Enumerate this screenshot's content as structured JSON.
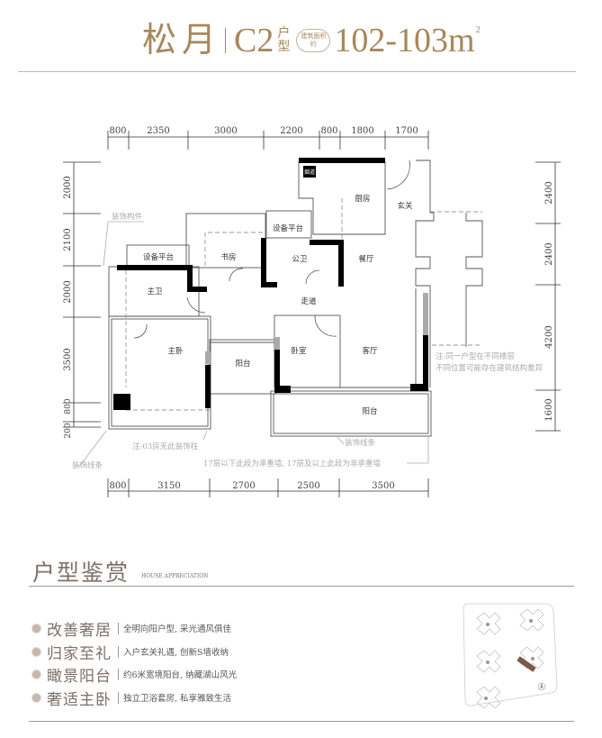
{
  "header": {
    "name": "松月",
    "unit_code": "C2",
    "unit_type_label": "户型",
    "area_badge": "建筑面积约",
    "area": "102-103m",
    "area_unit_sup": "2"
  },
  "dimensions": {
    "top": [
      "800",
      "2350",
      "3000",
      "2200",
      "800",
      "1800",
      "1700"
    ],
    "bottom": [
      "800",
      "3150",
      "2700",
      "2500",
      "3500"
    ],
    "left": [
      "2000",
      "2100",
      "2000",
      "3500",
      "800",
      "200"
    ],
    "right": [
      "2400",
      "2400",
      "4200",
      "1600"
    ]
  },
  "rooms": {
    "flue": "烟道",
    "kitchen": "厨房",
    "foyer": "玄关",
    "equipment_platform_1": "设备平台",
    "equipment_platform_2": "设备平台",
    "study": "书房",
    "public_bath": "公卫",
    "dining": "餐厅",
    "master_bath": "主卫",
    "corridor": "走道",
    "master_bedroom": "主卧",
    "bedroom": "卧室",
    "living": "客厅",
    "balcony_small": "阳台",
    "balcony_large": "阳台"
  },
  "annotations": {
    "decor_component": "装饰构件",
    "decor_column_note": "注:03房无此装饰柱",
    "decor_line_left": "装饰线条",
    "decor_line_right": "装饰线条",
    "load_bearing_note": "17层以下此段为承重墙, 17层及以上此段为非承重墙",
    "structure_note_1": "注:同一户型在不同楼层",
    "structure_note_2": "不同位置可能存在建筑结构差异"
  },
  "appreciation": {
    "title": "户型鉴赏",
    "subtitle": "HOUSE APPRECIATION",
    "features": [
      {
        "title": "改善奢居",
        "desc": "全明向阳户型, 采光通风俱佳"
      },
      {
        "title": "归家至礼",
        "desc": "入户玄关礼遇, 创新S墙收纳"
      },
      {
        "title": "瞰景阳台",
        "desc": "约6米宽境阳台, 纳藏湖山风光"
      },
      {
        "title": "奢适主卧",
        "desc": "独立卫浴套房, 私享雅致生活"
      }
    ]
  },
  "colors": {
    "gold": "#a7875b",
    "text_brown": "#7d6f68",
    "highlight": "#7a5a48"
  }
}
